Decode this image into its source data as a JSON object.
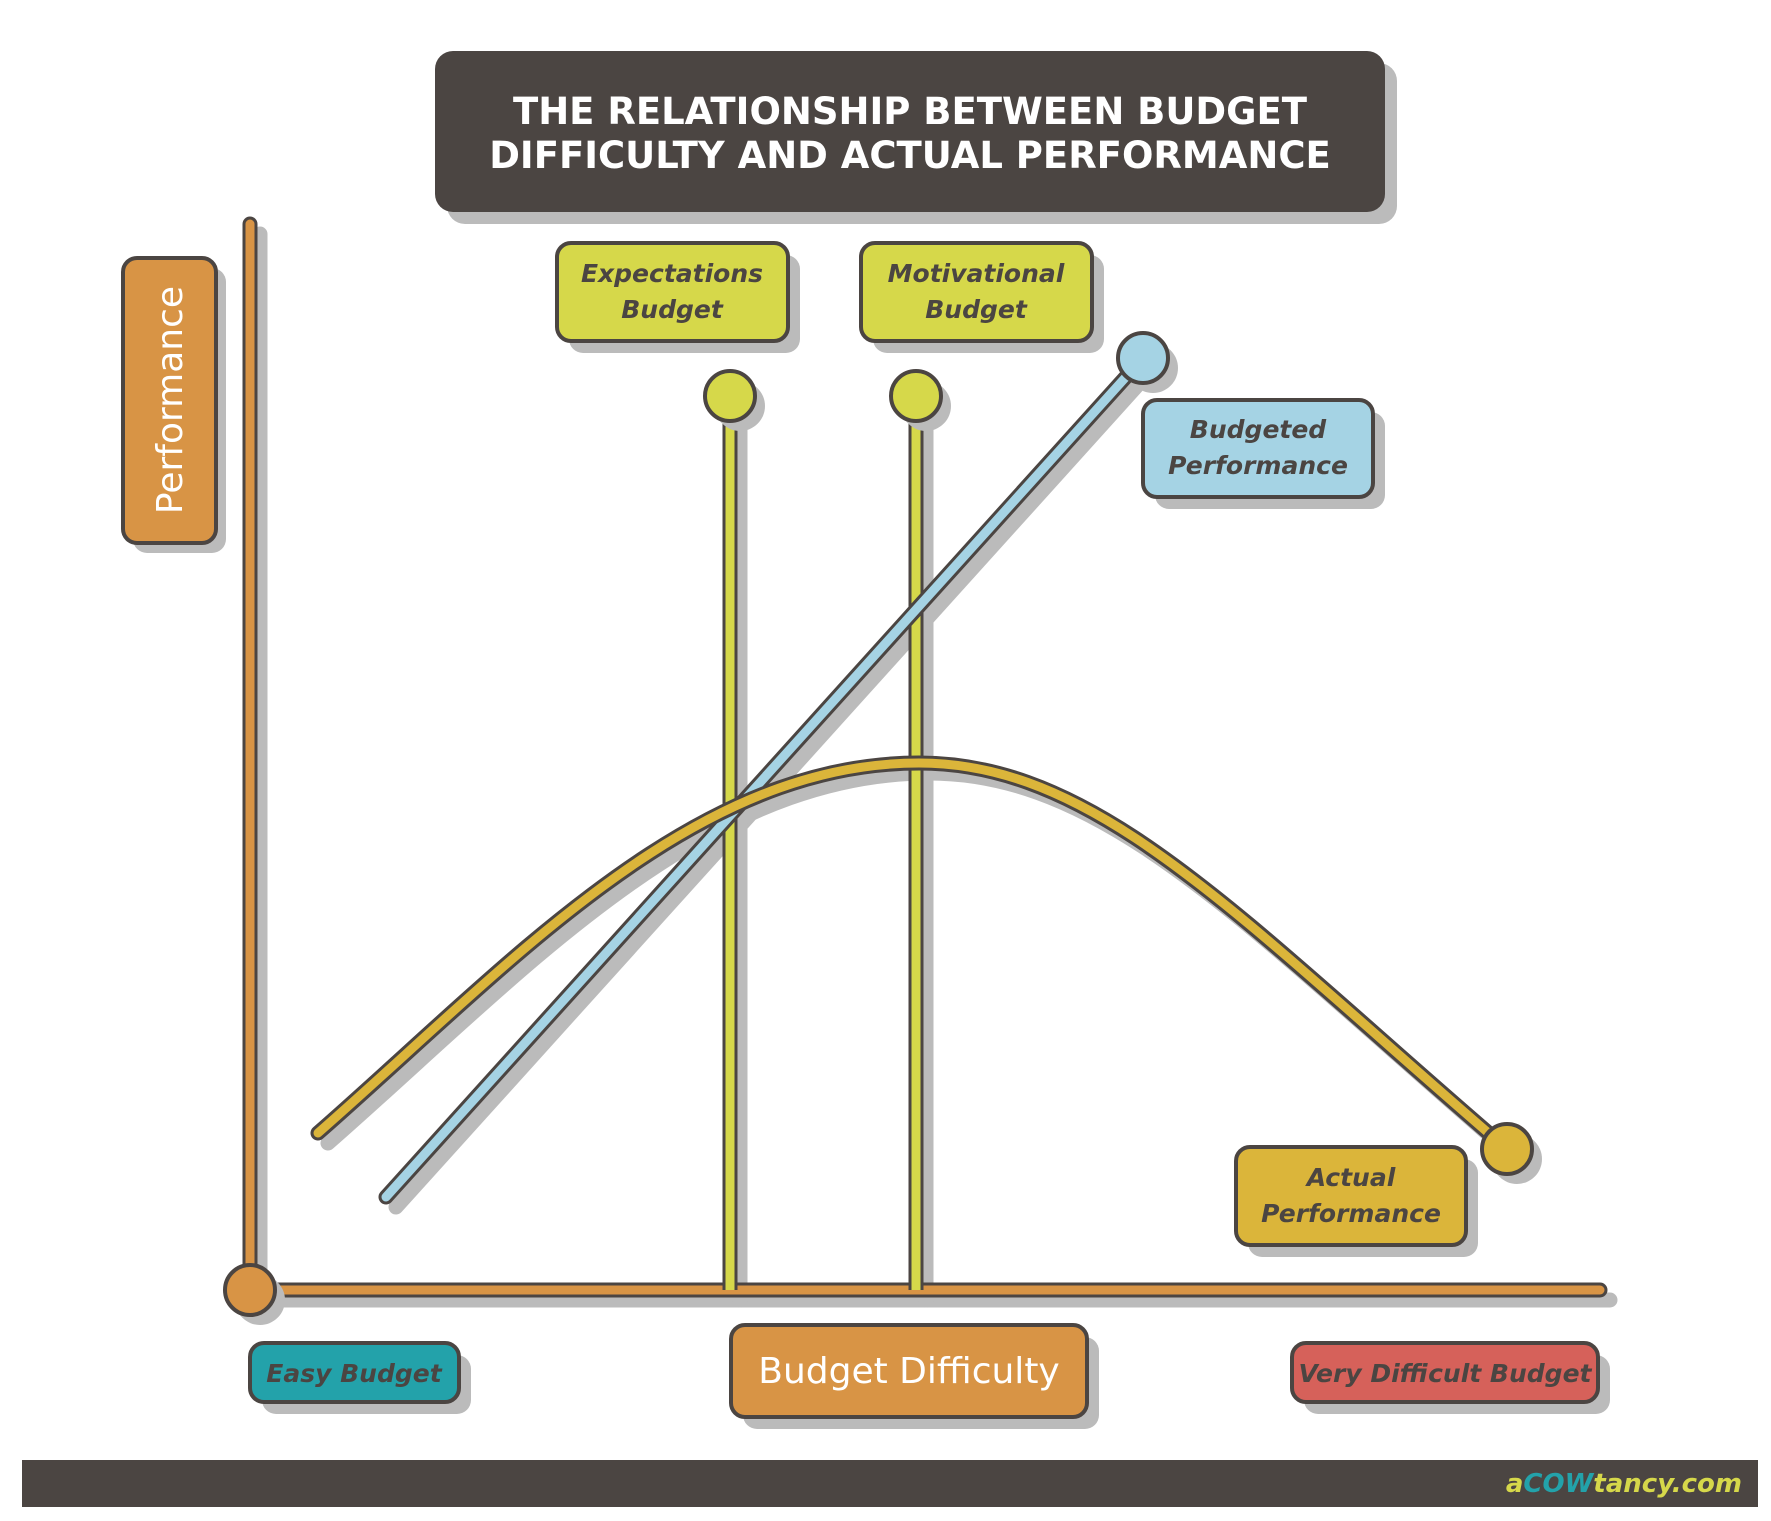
{
  "title": {
    "line1": "THE RELATIONSHIP BETWEEN BUDGET",
    "line2": "DIFFICULTY AND ACTUAL PERFORMANCE"
  },
  "y_axis_label": "Performance",
  "x_axis_label": "Budget Difficulty",
  "x_axis_min_label": "Easy Budget",
  "x_axis_max_label": "Very Difficult Budget",
  "markers": {
    "expectations": {
      "line1": "Expectations",
      "line2": "Budget"
    },
    "motivational": {
      "line1": "Motivational",
      "line2": "Budget"
    }
  },
  "series": {
    "budgeted": {
      "line1": "Budgeted",
      "line2": "Performance"
    },
    "actual": {
      "line1": "Actual",
      "line2": "Performance"
    }
  },
  "footer": {
    "logo_a": "a",
    "logo_cow": "COW",
    "logo_rest": "tancy.com"
  },
  "colors": {
    "dark": "#4b4542",
    "orange": "#d89445",
    "lime": "#d6d84a",
    "blue": "#a5d3e4",
    "gold": "#dbb53a",
    "teal": "#23a2aa",
    "red": "#d6615a"
  }
}
